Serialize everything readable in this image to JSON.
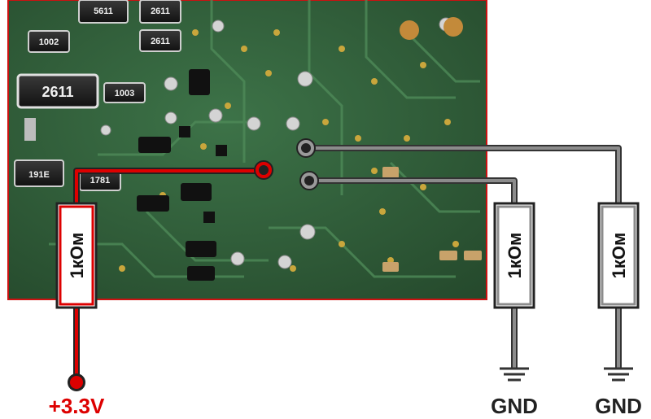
{
  "pcb": {
    "border_color": "#cc1111",
    "board_color": "#2f5f3a",
    "component_markings": [
      "5611",
      "2611",
      "1002",
      "2611",
      "2611",
      "1003",
      "191E",
      "1781"
    ]
  },
  "resistors": [
    {
      "label": "1кОм"
    },
    {
      "label": "1кОм"
    },
    {
      "label": "1кОм"
    }
  ],
  "power": {
    "label": "+3.3V",
    "color": "#dd0000"
  },
  "grounds": [
    {
      "label": "GND"
    },
    {
      "label": "GND"
    }
  ],
  "wire_colors": {
    "power": "#dd0000",
    "ground": "#666666"
  }
}
